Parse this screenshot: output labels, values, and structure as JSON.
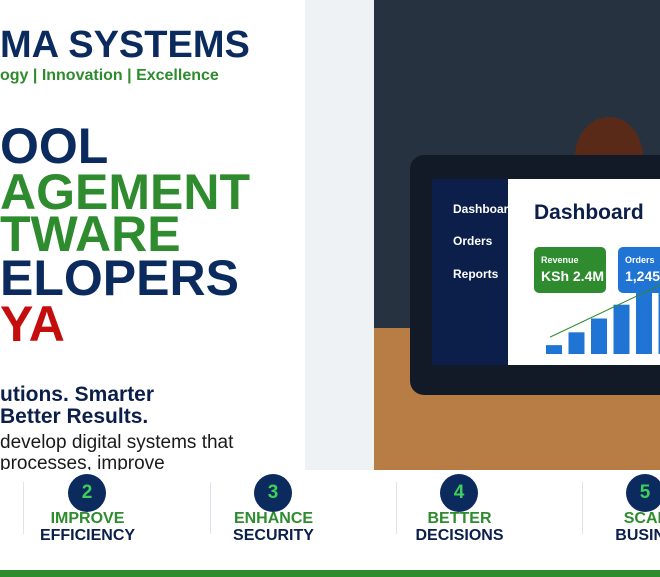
{
  "brand": {
    "name": "MA SYSTEMS",
    "tagline": "ogy | Innovation | Excellence"
  },
  "headline": [
    {
      "text": "OOL",
      "color": "#0b2a5e"
    },
    {
      "text": "AGEMENT",
      "color": "#2e8b2e"
    },
    {
      "text": "TWARE",
      "color": "#2e8b2e"
    },
    {
      "text": "ELOPERS",
      "color": "#0b2a5e"
    },
    {
      "text": "YA",
      "color": "#c40d0d"
    }
  ],
  "subheadline": {
    "line1": "utions. Smarter",
    "line2": "Better Results."
  },
  "body": {
    "line1": "develop digital systems that",
    "line2": "processes, improve"
  },
  "laptop": {
    "sidebar": [
      "Dashboard",
      "Orders",
      "Reports"
    ],
    "title": "Dashboard",
    "cards": [
      {
        "label": "Revenue",
        "value": "KSh 2.4M",
        "color": "#2e8b2e"
      },
      {
        "label": "Orders",
        "value": "1,245",
        "color": "#1f74d4"
      }
    ],
    "chart_data": {
      "type": "bar",
      "values": [
        9,
        22,
        36,
        50,
        63,
        71
      ],
      "ylim": [
        0,
        71
      ],
      "bar_color": "#1f74d4",
      "trend_color": "#2e8b2e"
    }
  },
  "benefits": [
    {
      "number": "2",
      "line1": "IMPROVE",
      "line2": "EFFICIENCY"
    },
    {
      "number": "3",
      "line1": "ENHANCE",
      "line2": "SECURITY"
    },
    {
      "number": "4",
      "line1": "BETTER",
      "line2": "DECISIONS"
    },
    {
      "number": "5",
      "line1": "SCAL",
      "line2": "BUSINE"
    }
  ],
  "colors": {
    "navy": "#0b2a5e",
    "green": "#2e8b2e",
    "red": "#c40d0d",
    "accent_blue": "#1f74d4"
  }
}
